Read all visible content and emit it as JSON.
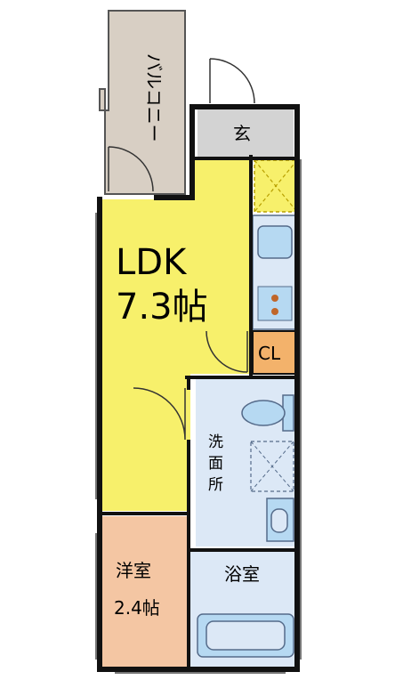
{
  "rooms": {
    "balcony": {
      "label": "バルコニー",
      "color": "#d8cfc4"
    },
    "entrance": {
      "label": "玄",
      "color": "#d3d3d3"
    },
    "ldk": {
      "name": "LDK",
      "size": "7.3帖",
      "color": "#f7f06b"
    },
    "closet": {
      "label": "CL",
      "color": "#f3b26b"
    },
    "washroom": {
      "label_line1": "洗",
      "label_line2": "面",
      "label_line3": "所",
      "color": "#dce8f6"
    },
    "bathroom": {
      "label": "浴室",
      "color": "#dce8f6"
    },
    "western_room": {
      "name": "洋室",
      "size": "2.4帖",
      "color": "#f4c6a3"
    }
  },
  "colors": {
    "wall": "#111111",
    "fixture_blue": "#b6d9f2",
    "fixture_outline": "#556b8a",
    "stove_burner": "#c0662a",
    "dashed": "#b8a000"
  }
}
